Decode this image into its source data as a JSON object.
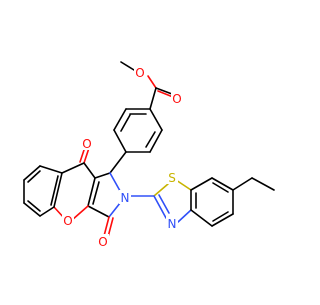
{
  "molecule": {
    "atoms": {
      "o_ester_single": {
        "label": "O",
        "color": "#ff0d0d"
      },
      "o_ester_double": {
        "label": "O",
        "color": "#ff0d0d"
      },
      "o_ketone": {
        "label": "O",
        "color": "#ff0d0d"
      },
      "o_ring": {
        "label": "O",
        "color": "#ff0d0d"
      },
      "o_lactam": {
        "label": "O",
        "color": "#ff0d0d"
      },
      "n_pyrrolidine": {
        "label": "N",
        "color": "#3050f8"
      },
      "n_thiazole": {
        "label": "N",
        "color": "#3050f8"
      },
      "s_thiazole": {
        "label": "S",
        "color": "#c8b400"
      }
    }
  }
}
